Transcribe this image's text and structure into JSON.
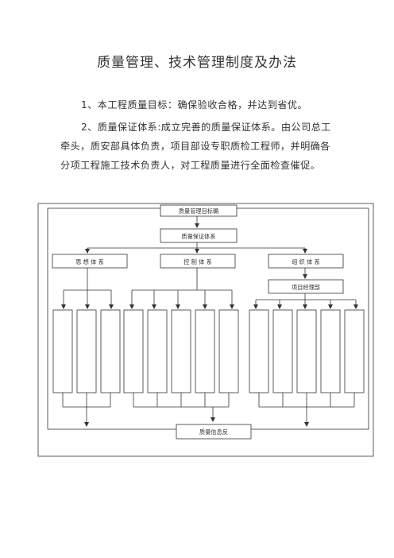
{
  "document": {
    "title": "质量管理、技术管理制度及办法",
    "paragraph_1": "1、本工程质量目标：确保验收合格，并达到省优。",
    "paragraph_2": "2、质量保证体系:成立完善的质量保证体系。由公司总工牵头，质安部具体负责，项目部设专职质检工程师，并明确各分项工程施工技术负责人，对工程质量进行全面检查催促。"
  },
  "diagram": {
    "top": "质量管理目标确",
    "system": "质量保证体系",
    "branch_1": "思 想 体 系",
    "branch_2": "控 制 体 系",
    "branch_3": "组 织 体 系",
    "sub_3": "项目经理部",
    "bottom": "质量信息反"
  },
  "colors": {
    "line": "#333333",
    "text": "#333333"
  }
}
